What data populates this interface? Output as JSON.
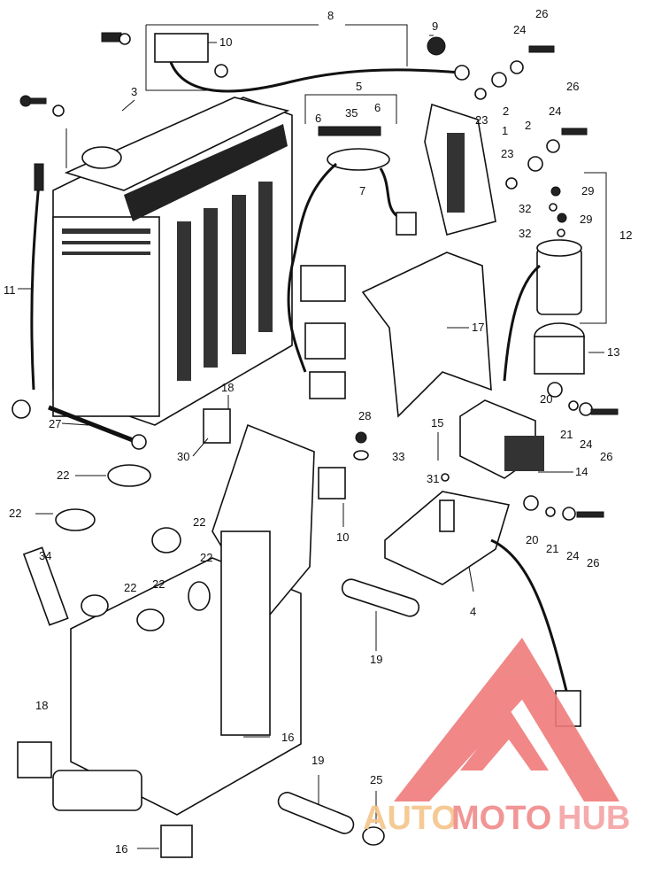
{
  "diagram": {
    "callouts": [
      "1",
      "2",
      "3",
      "4",
      "5",
      "6",
      "7",
      "8",
      "9",
      "10",
      "11",
      "12",
      "13",
      "14",
      "15",
      "16",
      "17",
      "18",
      "19",
      "20",
      "21",
      "22",
      "23",
      "24",
      "25",
      "26",
      "27",
      "28",
      "29",
      "30",
      "31",
      "32",
      "33",
      "34",
      "35"
    ]
  },
  "watermark": {
    "word_a": "AUTO",
    "word_b": "MOTO",
    "word_c": "HUB",
    "colors": {
      "auto": "#f4c58a",
      "moto": "#f08a8a",
      "hub": "#f4a3a3",
      "logo": "#f07b7b"
    }
  }
}
